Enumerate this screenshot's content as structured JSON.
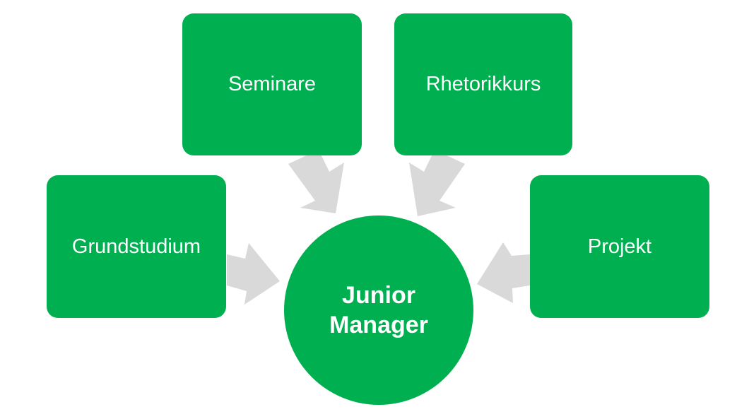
{
  "diagram": {
    "nodes": [
      {
        "id": "seminare",
        "label": "Seminare"
      },
      {
        "id": "rhetorikkurs",
        "label": "Rhetorikkurs"
      },
      {
        "id": "grundstudium",
        "label": "Grundstudium"
      },
      {
        "id": "projekt",
        "label": "Projekt"
      }
    ],
    "center": {
      "line1": "Junior",
      "line2": "Manager"
    },
    "edges": [
      {
        "from": "seminare",
        "to": "center"
      },
      {
        "from": "rhetorikkurs",
        "to": "center"
      },
      {
        "from": "grundstudium",
        "to": "center"
      },
      {
        "from": "projekt",
        "to": "center"
      }
    ],
    "colors": {
      "box_fill": "#00b050",
      "text": "#ffffff",
      "arrow": "#d9d9d9",
      "background": "#ffffff"
    }
  }
}
